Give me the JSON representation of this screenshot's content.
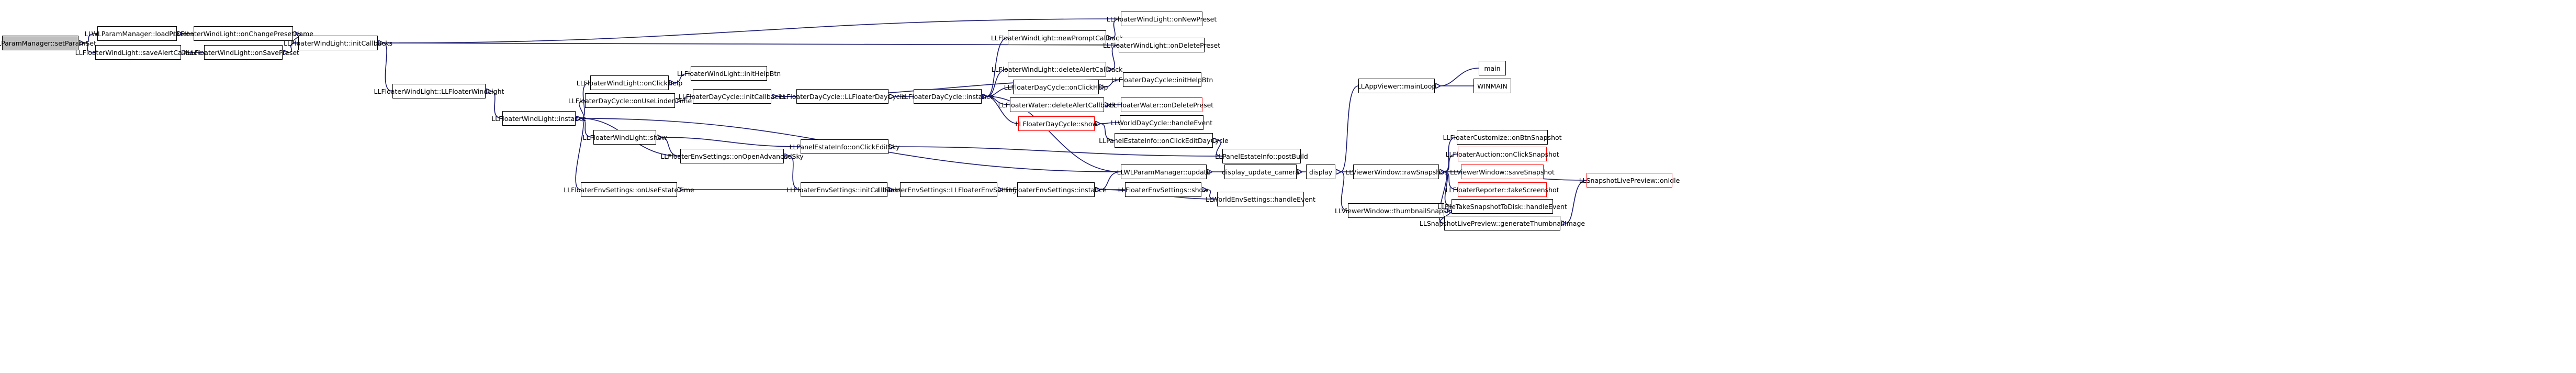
{
  "colors": {
    "edge": "#191970",
    "border": "#000000",
    "missing_border": "#ff0000",
    "root_fill": "#bfbfbf",
    "background": "#ffffff"
  },
  "nodes": {
    "root": "LLWLParamManager::setParamSet",
    "loadPreset": "LLWLParamManager::loadPreset",
    "saveAlertCallback": "LLFloaterWindLight::saveAlertCallback",
    "onChangePresetName": "LLFloaterWindLight::onChangePresetName",
    "onSavePreset": "LLFloaterWindLight::onSavePreset",
    "wl_initCallbacks": "LLFloaterWindLight::initCallbacks",
    "wl_ctor": "LLFloaterWindLight::LLFloaterWindLight",
    "wl_instance": "LLFloaterWindLight::instance",
    "wl_onClickHelp": "LLFloaterWindLight::onClickHelp",
    "wl_initHelpBtn": "LLFloaterWindLight::initHelpBtn",
    "dc_onUseLindenTime": "LLFloaterDayCycle::onUseLindenTime",
    "wl_show": "LLFloaterWindLight::show",
    "env_onOpenAdvancedSky": "LLFloaterEnvSettings::onOpenAdvancedSky",
    "env_onUseEstateTime": "LLFloaterEnvSettings::onUseEstateTime",
    "dc_initCallbacks": "LLFloaterDayCycle::initCallbacks",
    "dc_ctor": "LLFloaterDayCycle::LLFloaterDayCycle",
    "dc_instance": "LLFloaterDayCycle::instance",
    "pei_onClickEditSky": "LLPanelEstateInfo::onClickEditSky",
    "env_initCallbacks": "LLFloaterEnvSettings::initCallbacks",
    "env_ctor": "LLFloaterEnvSettings::LLFloaterEnvSettings",
    "env_instance": "LLFloaterEnvSettings::instance",
    "wl_newPromptCallback": "LLFloaterWindLight::newPromptCallback",
    "wl_deleteAlertCallback": "LLFloaterWindLight::deleteAlertCallback",
    "dc_onClickHelp": "LLFloaterDayCycle::onClickHelp",
    "water_deleteAlertCallback": "LLFloaterWater::deleteAlertCallback",
    "dc_show": "LLFloaterDayCycle::show",
    "pei_onClickEditDayCycle": "LLPanelEstateInfo::onClickEditDayCycle",
    "wlpm_update": "LLWLParamManager::update",
    "env_show": "LLFloaterEnvSettings::show",
    "wl_onNewPreset": "LLFloaterWindLight::onNewPreset",
    "wl_onDeletePreset": "LLFloaterWindLight::onDeletePreset",
    "dc_initHelpBtn": "LLFloaterDayCycle::initHelpBtn",
    "water_onDeletePreset": "LLFloaterWater::onDeletePreset",
    "wdc_handleEvent": "LLWorldDayCycle::handleEvent",
    "pei_postBuild": "LLPanelEstateInfo::postBuild",
    "display_update_camera": "display_update_camera",
    "wes_handleEvent": "LLWorldEnvSettings::handleEvent",
    "display": "display",
    "app_mainLoop": "LLAppViewer::mainLoop",
    "vw_rawSnapshot": "LLViewerWindow::rawSnapshot",
    "vw_thumbnailSnapshot": "LLViewerWindow::thumbnailSnapshot",
    "main": "main",
    "winmain": "WINMAIN",
    "fc_onBtnSnapshot": "LLFloaterCustomize::onBtnSnapshot",
    "fa_onClickSnapshot": "LLFloaterAuction::onClickSnapshot",
    "vw_saveSnapshot": "LLViewerWindow::saveSnapshot",
    "fr_takeScreenshot": "LLFloaterReporter::takeScreenshot",
    "ftstd_handleEvent": "LLFileTakeSnapshotToDisk::handleEvent",
    "slp_generateThumbnailImage": "LLSnapshotLivePreview::generateThumbnailImage",
    "slp_onIdle": "LLSnapshotLivePreview::onIdle"
  }
}
